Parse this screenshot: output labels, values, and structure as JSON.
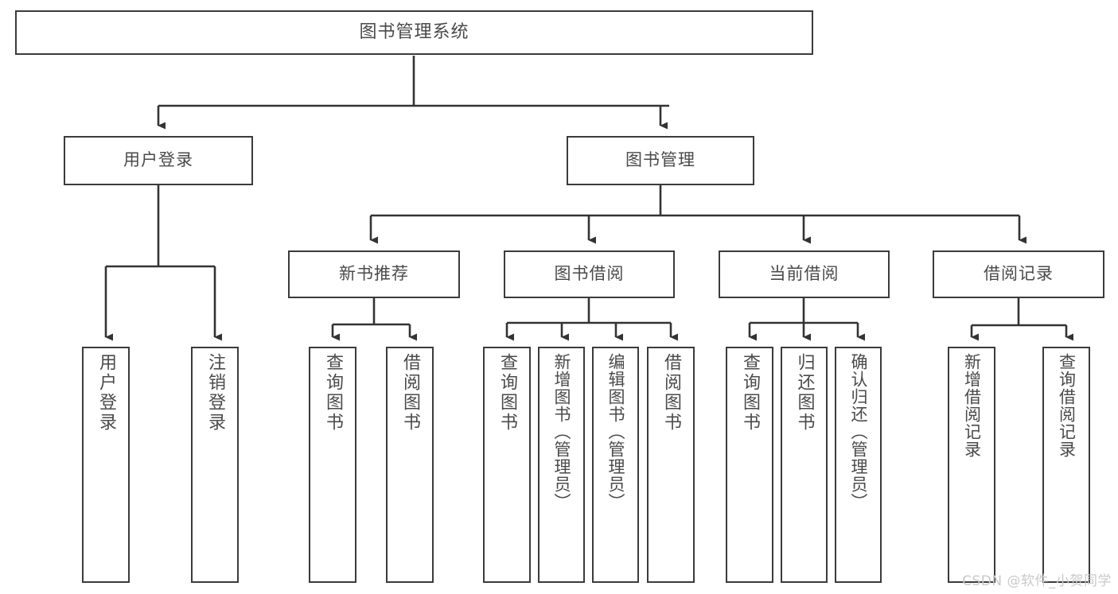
{
  "diagram": {
    "title": "图书管理系统",
    "type": "tree-hierarchy",
    "watermark": "CSDN @软件_小贺同学",
    "colors": {
      "background": "#ffffff",
      "box_border": "#3b3b3b",
      "box_fill": "#ffffff",
      "text": "#4a4a4a",
      "connector": "#333333",
      "watermark": "#c9c9c9"
    }
  },
  "nodes": {
    "root": {
      "label": "图书管理系统"
    },
    "level1": [
      {
        "label": "用户登录"
      },
      {
        "label": "图书管理"
      }
    ],
    "level2": [
      {
        "label": "新书推荐"
      },
      {
        "label": "图书借阅"
      },
      {
        "label": "当前借阅"
      },
      {
        "label": "借阅记录"
      }
    ],
    "leaves": {
      "user_login": [
        {
          "label": "用户登录"
        },
        {
          "label": "注销登录"
        }
      ],
      "new_book": [
        {
          "label": "查询图书"
        },
        {
          "label": "借阅图书"
        }
      ],
      "book_borrow": [
        {
          "label": "查询图书"
        },
        {
          "label": "新增图书（管理员）"
        },
        {
          "label": "编辑图书（管理员）"
        },
        {
          "label": "借阅图书"
        }
      ],
      "current_borrow": [
        {
          "label": "查询图书"
        },
        {
          "label": "归还图书"
        },
        {
          "label": "确认归还（管理员）"
        }
      ],
      "borrow_record": [
        {
          "label": "新增借阅记录"
        },
        {
          "label": "查询借阅记录"
        }
      ]
    }
  }
}
